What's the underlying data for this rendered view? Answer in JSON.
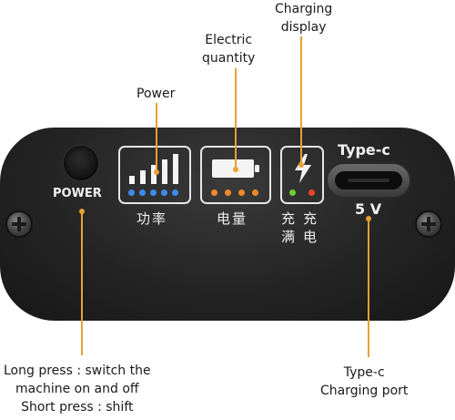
{
  "callouts": {
    "power": "Power",
    "electric_quantity": [
      "Electric",
      "quantity"
    ],
    "charging_display": [
      "Charging",
      "display"
    ],
    "power_button": [
      "Long press : switch the",
      "machine on and off",
      "Short press : shift"
    ],
    "type_c": [
      "Type-c",
      "Charging port"
    ]
  },
  "panel": {
    "power_label": "POWER",
    "type_c_label": "Type-c",
    "voltage_label": "5 V",
    "cn_power": "功率",
    "cn_quantity": "电量",
    "cn_full": [
      "充",
      "满"
    ],
    "cn_charge": [
      "充",
      "电"
    ]
  },
  "indicators": {
    "power_bars": 5,
    "power_led_color": "#3f8cf0",
    "quantity_led_color": "#f08a2a",
    "charging_led_colors": [
      "#6fcf2f",
      "#f0452a"
    ]
  },
  "colors": {
    "leader": "#e8a033",
    "panel": "#242424"
  }
}
